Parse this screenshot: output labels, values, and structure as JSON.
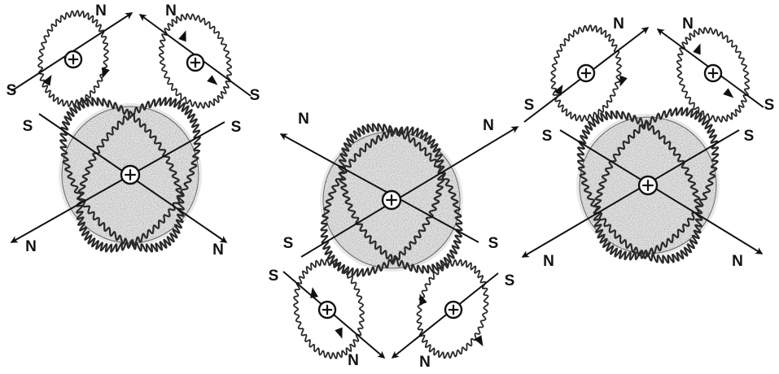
{
  "colors": {
    "line": "#111111",
    "halo": "#e8e8e8",
    "stipple": "#bdbdbd",
    "wave": "#2a2a2a",
    "background": "#ffffff"
  },
  "glyphs": {
    "center_marker": "circled-plus-icon",
    "arrow_head": "arrowhead-icon",
    "flow_arrow": "flow-arrow-icon"
  },
  "labels": {
    "north": "N",
    "south": "S"
  },
  "figures": [
    {
      "name": "figure-left",
      "small_loops": "top"
    },
    {
      "name": "figure-middle",
      "small_loops": "bottom"
    },
    {
      "name": "figure-right",
      "small_loops": "top"
    }
  ]
}
